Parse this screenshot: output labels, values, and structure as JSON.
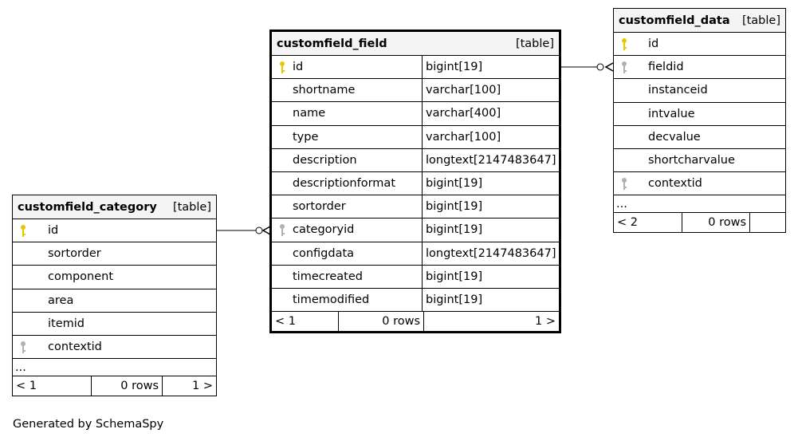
{
  "tables": {
    "category": {
      "name": "customfield_category",
      "kind": "[table]",
      "columns": [
        "id",
        "sortorder",
        "component",
        "area",
        "itemid",
        "contextid"
      ],
      "more": "...",
      "footer": [
        "< 1",
        "0 rows",
        "1 >"
      ]
    },
    "field": {
      "name": "customfield_field",
      "kind": "[table]",
      "columns": [
        {
          "name": "id",
          "type": "bigint[19]"
        },
        {
          "name": "shortname",
          "type": "varchar[100]"
        },
        {
          "name": "name",
          "type": "varchar[400]"
        },
        {
          "name": "type",
          "type": "varchar[100]"
        },
        {
          "name": "description",
          "type": "longtext[2147483647]"
        },
        {
          "name": "descriptionformat",
          "type": "bigint[19]"
        },
        {
          "name": "sortorder",
          "type": "bigint[19]"
        },
        {
          "name": "categoryid",
          "type": "bigint[19]"
        },
        {
          "name": "configdata",
          "type": "longtext[2147483647]"
        },
        {
          "name": "timecreated",
          "type": "bigint[19]"
        },
        {
          "name": "timemodified",
          "type": "bigint[19]"
        }
      ],
      "footer": [
        "< 1",
        "0 rows",
        "1 >"
      ]
    },
    "data": {
      "name": "customfield_data",
      "kind": "[table]",
      "columns": [
        "id",
        "fieldid",
        "instanceid",
        "intvalue",
        "decvalue",
        "shortcharvalue",
        "contextid"
      ],
      "more": "...",
      "footer": [
        "< 2",
        "0 rows",
        ""
      ]
    }
  },
  "key_colors": {
    "primary": "#e6c800",
    "foreign": "#b0b0b0"
  },
  "credit": "Generated by SchemaSpy"
}
